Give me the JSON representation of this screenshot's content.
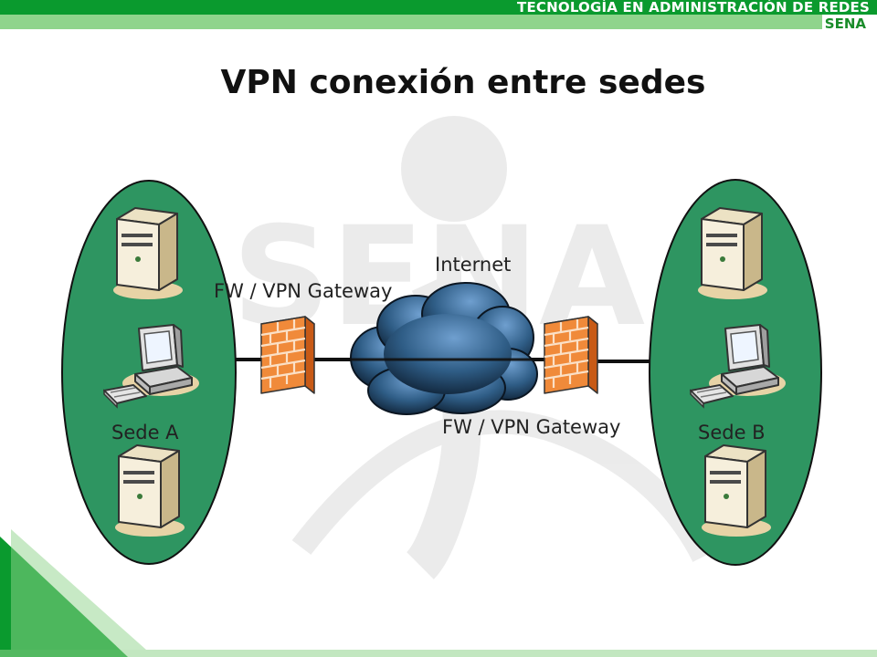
{
  "header": {
    "line1": "TECNOLOGÍA EN ADMINISTRACIÓN DE REDES",
    "line2": "SENA",
    "green": "#0a9a2e",
    "light_green": "#8fd48c"
  },
  "watermark": "SENA",
  "title": "VPN conexión entre sedes",
  "diagram": {
    "cloud_label": "Internet",
    "site_a": {
      "label": "Sede A",
      "nodes": [
        "server-icon",
        "workstation-icon",
        "server-icon"
      ]
    },
    "site_b": {
      "label": "Sede B",
      "nodes": [
        "server-icon",
        "workstation-icon",
        "server-icon"
      ]
    },
    "gateway_a_label": "FW / VPN Gateway",
    "gateway_b_label": "FW / VPN Gateway",
    "site_color": "#2e9561",
    "firewall_color": "#f08a3a",
    "cloud_color": "#2f5d86"
  }
}
